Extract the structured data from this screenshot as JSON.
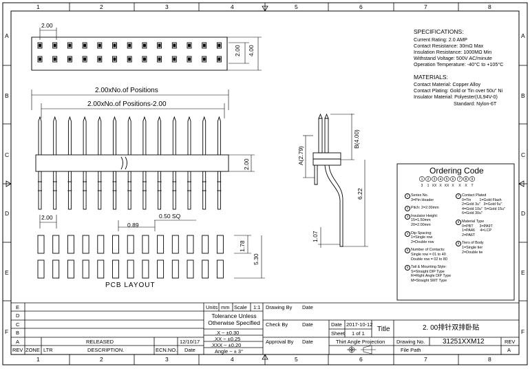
{
  "border": {
    "columns": [
      "1",
      "2",
      "3",
      "4",
      "5",
      "6",
      "7",
      "8"
    ],
    "rows": [
      "A",
      "B",
      "C",
      "D",
      "E",
      "F"
    ]
  },
  "dimensions": {
    "pitch_top": "2.00",
    "height_top": "2.00",
    "width_top": "4.00",
    "overall": "2.00xNo.of Positions",
    "inner": "2.00xNo.of Positions-2.00",
    "insulator": "2.00",
    "pcb_pitch": "2.00",
    "hole": "0.89",
    "square": "0.50 SQ",
    "pad_h": "1.78",
    "pad_total": "5.30",
    "side_a": "A(2.79)",
    "side_b": "B(4.00)",
    "side_622": "6.22",
    "side_107": "1.07"
  },
  "pcb_layout_label": "PCB LAYOUT",
  "specifications": {
    "heading": "SPECIFICATIONS:",
    "lines": [
      "Current Rating: 2.0 AMP",
      "Contact Resistance: 30mΩ Max",
      "Insulation Resistance: 1000MΩ Min",
      "Withstand Voltage: 500V AC/minute",
      "Operation Temperature: -40°C to +105°C"
    ]
  },
  "materials": {
    "heading": "MATERIALS:",
    "lines": [
      "Contact Material: Copper Alloy",
      "Contact Plating: Gold or Tin over 50u\" Ni",
      "Insulator Material: Polyester(UL94V-0)",
      "Standard: Nylon-6T"
    ]
  },
  "ordering": {
    "title": "Ordering Code",
    "circles": [
      "1",
      "2",
      "3",
      "4",
      "5",
      "6",
      "7",
      "8",
      "9"
    ],
    "code": [
      "3",
      "1",
      "XX",
      "X",
      "XX",
      "X",
      "X",
      "X",
      "T"
    ],
    "left_items": [
      {
        "num": "1",
        "lines": [
          "Series No.",
          "3=Pin Header"
        ]
      },
      {
        "num": "2",
        "lines": [
          "Pitch: 2=2.00mm"
        ]
      },
      {
        "num": "3",
        "lines": [
          "Insulator Height:",
          "15=1.50mm",
          "20=2.00mm"
        ]
      },
      {
        "num": "4",
        "lines": [
          "Dip Spacing:",
          "1=Single row",
          "2=Double row"
        ]
      },
      {
        "num": "5",
        "lines": [
          "Number of Contacts:",
          "Single row = 01 to 40",
          "Double row = 02 to 80"
        ]
      },
      {
        "num": "6",
        "lines": [
          "Tail & Mounting Style:",
          "S=Straight DIP Type",
          "R=Right Angle DIP Type",
          "M=Straight SMT Type"
        ]
      }
    ],
    "right_items": [
      {
        "num": "7",
        "lines": [
          "Contact Plated",
          "0=Tin        1=Gold Flash",
          "2=Gold 3u\"   3=Gold 5u\"",
          "4=Gold 10u\"  5=Gold 15u\"",
          "6=Gold 30u\""
        ]
      },
      {
        "num": "8",
        "lines": [
          "Material Type",
          "0=PBT      3=PA9T",
          "1=PA46     4=LCP",
          "2=PA6T"
        ]
      },
      {
        "num": "9",
        "lines": [
          "Tiers of Body",
          "1=Single tier",
          "2=Double tie"
        ]
      }
    ]
  },
  "title_block": {
    "rev_letters": [
      "E",
      "D",
      "C",
      "B",
      "A"
    ],
    "rev_a_desc": "RELEASED",
    "rev_a_date": "12/10/17",
    "rev_headers": [
      "REV",
      "ZONE",
      "LTR",
      "DESCRIPTION.",
      "ECN.NO.",
      "Date"
    ],
    "units_label": "Units",
    "units_value": "mm",
    "scale_label": "Scale",
    "scale_value": "1:1",
    "tolerance_title": "Tolerance Unless Otherwise Specified",
    "tolerances": [
      ".X ~ ±0.30",
      ".XX ~ ±0.25",
      ".XXX ~ ±0.20",
      "Angle ~ ± 3°"
    ],
    "drawing_by": "Drawing By",
    "check_by": "Check By",
    "approval_by": "Approval By",
    "date_label": "Date",
    "date_value": "2017-10-12",
    "sheet_label": "Sheet",
    "sheet_value": "1 of 1",
    "title_label": "Title",
    "title_value": "2. 00排针双排卧贴",
    "projection": "Thirt Angle Projection",
    "drawing_no_label": "Drawing No.",
    "drawing_no": "31251XXM12",
    "rev_label": "REV",
    "rev_value": "A",
    "file_path_label": "File Path"
  }
}
